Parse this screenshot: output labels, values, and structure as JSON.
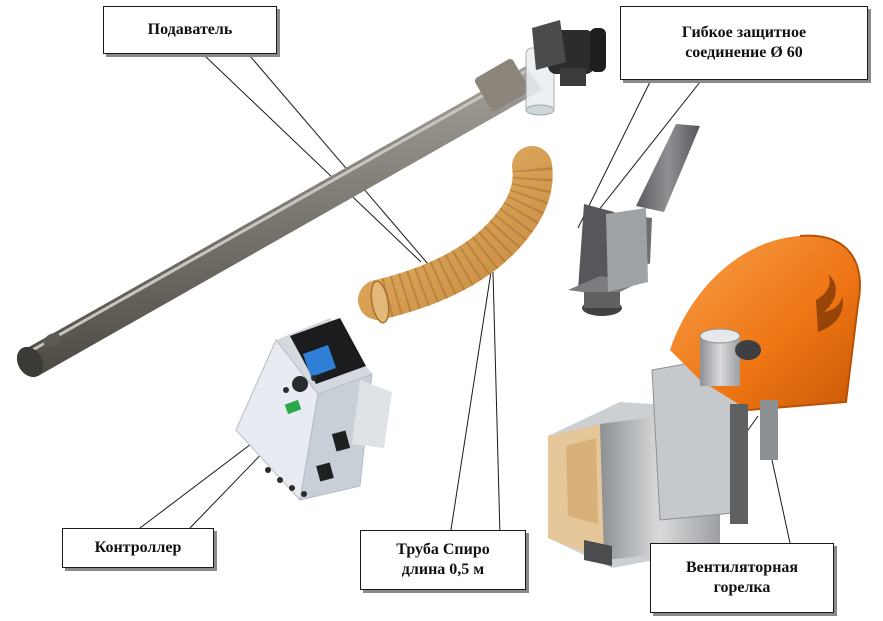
{
  "labels": {
    "feeder": "Подаватель",
    "flex_connection_line1": "Гибкое защитное",
    "flex_connection_line2": "соединение Ø 60",
    "controller": "Контроллер",
    "spiro_pipe_line1": "Труба Спиро",
    "spiro_pipe_line2": "длина 0,5 м",
    "burner_line1": "Вентиляторная",
    "burner_line2": "горелка"
  },
  "colors": {
    "burner_orange": "#f07a1c",
    "hose_amber": "#d9a25a",
    "feeder_grey": "#7d7a72",
    "steel": "#b9bcbe",
    "dark_steel": "#5e6062",
    "controller_panel": "#e8ecf2",
    "display_blue": "#2f7fd6",
    "insulation": "#e5c79a",
    "terminal_green": "#2aa84a"
  }
}
